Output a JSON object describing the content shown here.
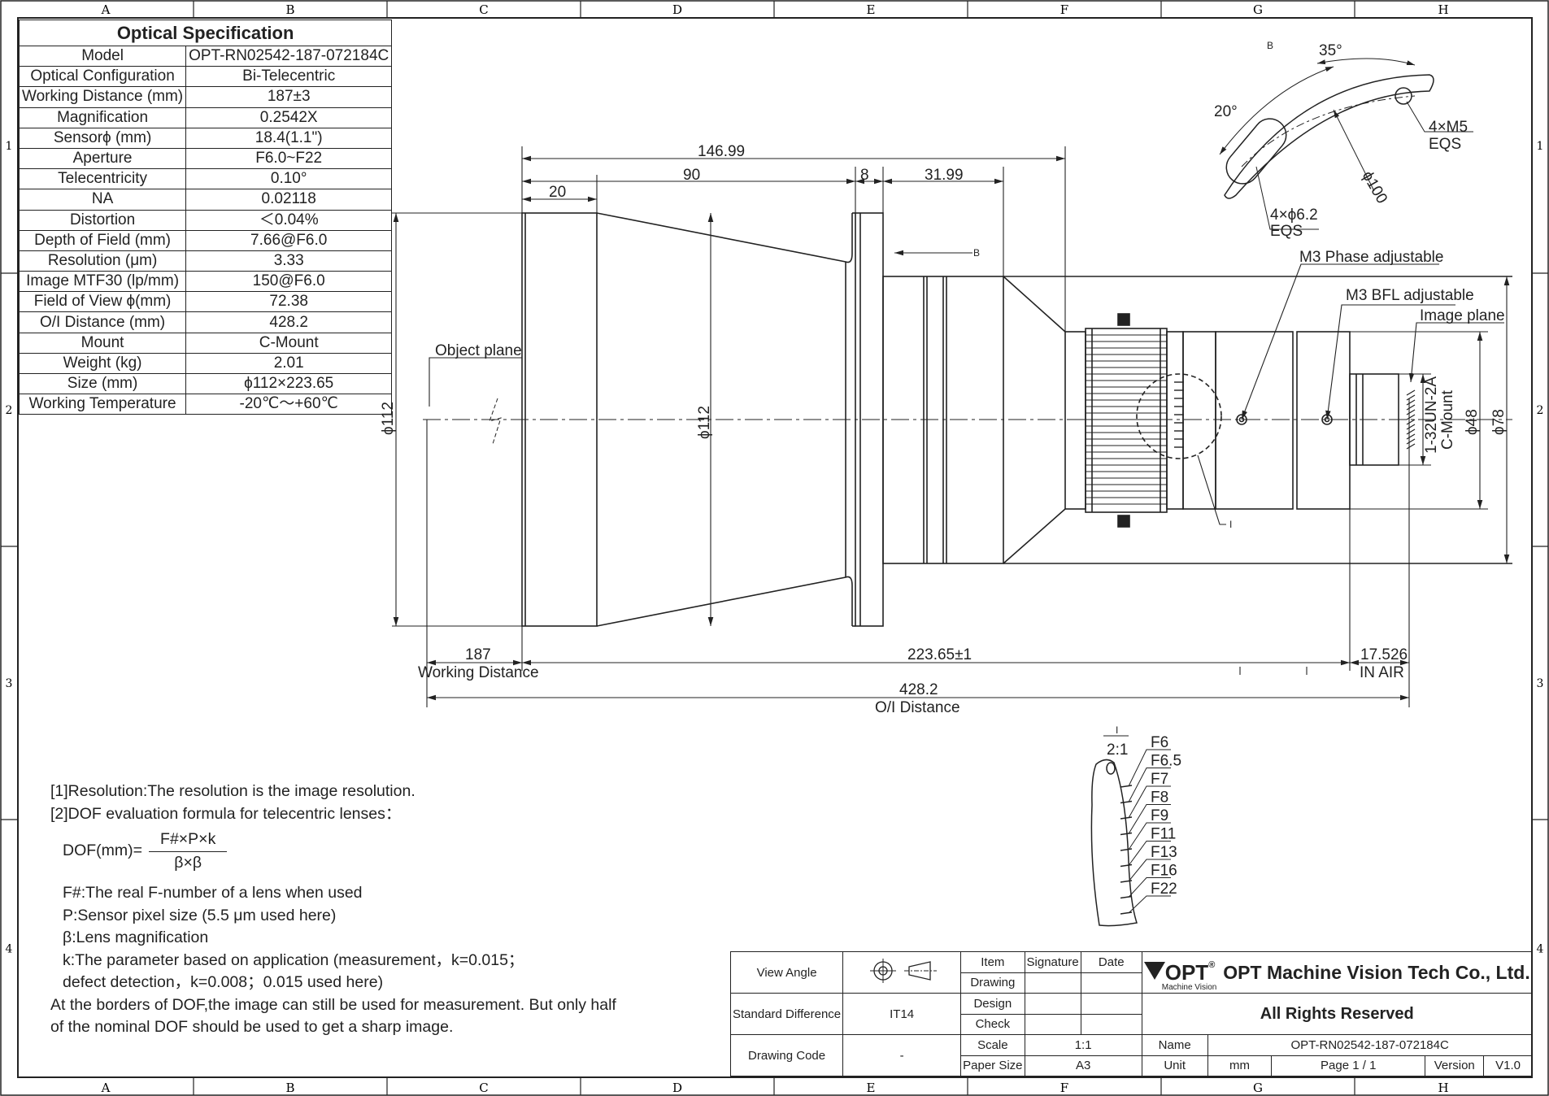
{
  "border": {
    "columns": [
      "A",
      "B",
      "C",
      "D",
      "E",
      "F",
      "G",
      "H"
    ],
    "rows": [
      "1",
      "2",
      "3",
      "4"
    ]
  },
  "spec": {
    "title": "Optical Specification",
    "rows": [
      {
        "k": "Model",
        "v": "OPT-RN02542-187-072184C"
      },
      {
        "k": "Optical Configuration",
        "v": "Bi-Telecentric"
      },
      {
        "k": "Working Distance (mm)",
        "v": "187±3"
      },
      {
        "k": "Magnification",
        "v": "0.2542X"
      },
      {
        "k": "Sensorϕ (mm)",
        "v": "18.4(1.1\")"
      },
      {
        "k": "Aperture",
        "v": "F6.0~F22"
      },
      {
        "k": "Telecentricity",
        "v": "0.10°"
      },
      {
        "k": "NA",
        "v": "0.02118"
      },
      {
        "k": "Distortion",
        "v": "＜0.04%"
      },
      {
        "k": "Depth of Field (mm)",
        "v": "7.66@F6.0"
      },
      {
        "k": "Resolution (μm)",
        "v": "3.33"
      },
      {
        "k": "Image MTF30 (lp/mm)",
        "v": "150@F6.0"
      },
      {
        "k": "Field of View ϕ(mm)",
        "v": "72.38"
      },
      {
        "k": "O/I Distance (mm)",
        "v": "428.2"
      },
      {
        "k": "Mount",
        "v": "C-Mount"
      },
      {
        "k": "Weight (kg)",
        "v": "2.01"
      },
      {
        "k": "Size (mm)",
        "v": "ϕ112×223.65"
      },
      {
        "k": "Working Temperature",
        "v": "-20℃～+60℃"
      }
    ]
  },
  "dims": {
    "d146": "146.99",
    "d90": "90",
    "d8": "8",
    "d31": "31.99",
    "d20": "20",
    "phi112a": "ϕ112",
    "phi112b": "ϕ112",
    "phi48": "ϕ48",
    "phi78": "ϕ78",
    "thread": "1-32UN-2A",
    "cmount": "C-Mount",
    "wd": "187",
    "wd_label": "Working Distance",
    "len": "223.65±1",
    "bfl": "17.526",
    "bfl_label": "IN AIR",
    "oi": "428.2",
    "oi_label": "O/I Distance",
    "obj": "Object plane",
    "img": "Image plane",
    "phase": "M3 Phase adjustable",
    "bfladj": "M3 BFL adjustable",
    "secB": "B",
    "secBarrow": "B",
    "detailI": "I"
  },
  "section": {
    "ang35": "35°",
    "ang20": "20°",
    "m5": "4×M5",
    "eqs1": "EQS",
    "phi100": "ϕ100",
    "h62": "4×ϕ6.2",
    "eqs2": "EQS",
    "label": "B"
  },
  "detail": {
    "label": "I",
    "scale": "2:1",
    "stops": [
      "F6",
      "F6.5",
      "F7",
      "F8",
      "F9",
      "F11",
      "F13",
      "F16",
      "F22"
    ]
  },
  "notes": {
    "n1": "[1]Resolution:The resolution is  the image resolution.",
    "n2": "[2]DOF evaluation formula for telecentric lenses：",
    "dof": "DOF(mm)=",
    "num": "F#×P×k",
    "den": "β×β",
    "f": "F#:The real F-number of a lens when used",
    "p": "P:Sensor pixel size (5.5 μm used here)",
    "b": "β:Lens magnification",
    "k1": "k:The parameter based on application (measurement，k=0.015；",
    "k2": "defect detection，k=0.008；0.015 used here)",
    "l1": "At the borders of DOF,the image can still be used for measurement. But only half",
    "l2": "of the nominal DOF should be used to get a sharp image."
  },
  "titleblock": {
    "view_angle": "View Angle",
    "item": "Item",
    "signature": "Signature",
    "date": "Date",
    "drawing": "Drawing",
    "design": "Design",
    "check": "Check",
    "std_diff": "Standard Difference",
    "it14": "IT14",
    "drawing_code": "Drawing Code",
    "dash": "-",
    "scale": "Scale",
    "scale_v": "1:1",
    "paper": "Paper Size",
    "paper_v": "A3",
    "logo": "OPT",
    "logo_sub": "Machine Vision",
    "company": "OPT Machine Vision Tech Co., Ltd.",
    "rights": "All Rights Reserved",
    "name": "Name",
    "name_v": "OPT-RN02542-187-072184C",
    "unit": "Unit",
    "unit_v": "mm",
    "page": "Page  1 / 1",
    "version": "Version",
    "version_v": "V1.0"
  }
}
